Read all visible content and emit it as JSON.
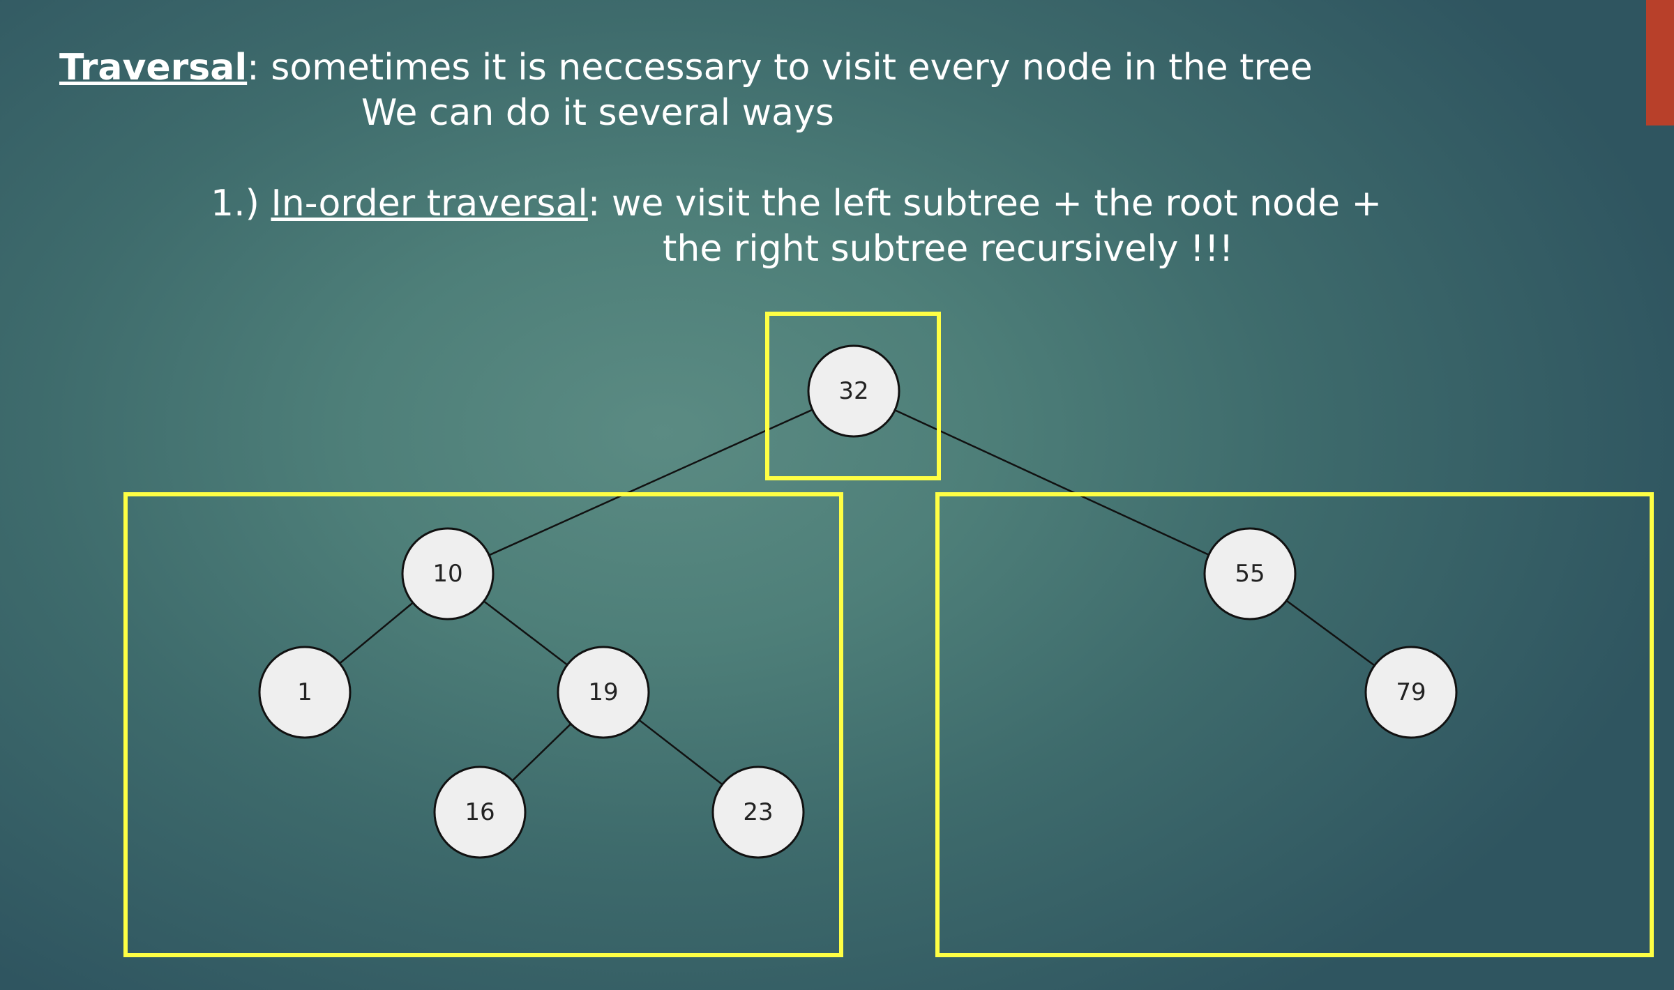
{
  "heading": {
    "term": "Traversal",
    "rest": ": sometimes it is neccessary to visit every node in the tree",
    "line2": "We can do it several ways"
  },
  "item1": {
    "number": "1.) ",
    "term": "In-order traversal",
    "rest": ": we visit the left subtree + the root node +",
    "line2": "the right subtree recursively !!!"
  },
  "colors": {
    "highlight": "#ffff44",
    "accent": "#b8402a",
    "node_fill": "#efefef"
  },
  "tree": {
    "nodes": [
      {
        "id": "32",
        "label": "32"
      },
      {
        "id": "10",
        "label": "10"
      },
      {
        "id": "55",
        "label": "55"
      },
      {
        "id": "1",
        "label": "1"
      },
      {
        "id": "19",
        "label": "19"
      },
      {
        "id": "16",
        "label": "16"
      },
      {
        "id": "23",
        "label": "23"
      },
      {
        "id": "79",
        "label": "79"
      }
    ],
    "edges": [
      [
        "32",
        "10"
      ],
      [
        "32",
        "55"
      ],
      [
        "10",
        "1"
      ],
      [
        "10",
        "19"
      ],
      [
        "19",
        "16"
      ],
      [
        "19",
        "23"
      ],
      [
        "55",
        "79"
      ]
    ]
  }
}
